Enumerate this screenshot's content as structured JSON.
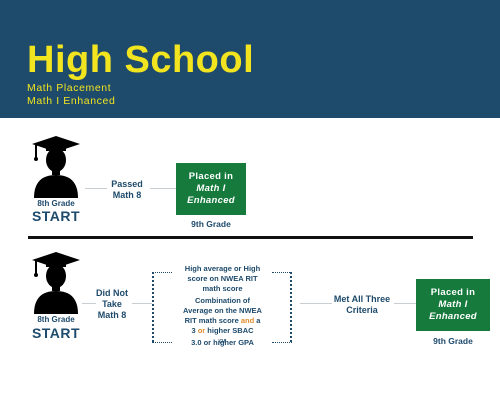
{
  "header": {
    "title": "High School",
    "subtitle_1": "Math Placement",
    "subtitle_2": "Math I Enhanced",
    "bg_color": "#1e4a6b",
    "text_color": "#f2e51f"
  },
  "row1": {
    "grade_label": "8th Grade",
    "start_label": "START",
    "condition_1": "Passed",
    "condition_2": "Math 8",
    "box_line1": "Placed in",
    "box_line2": "Math I",
    "box_line3": "Enhanced",
    "box_grade": "9th Grade"
  },
  "row2": {
    "grade_label": "8th Grade",
    "start_label": "START",
    "condition_1": "Did Not",
    "condition_2": "Take",
    "condition_3": "Math 8",
    "criteria": {
      "c1_line1": "High average or High",
      "c1_line2": "score on NWEA RIT",
      "c1_line3": "math score",
      "c2_line1": "Combination of",
      "c2_line2": "Average on the NWEA",
      "c2_line3a": "RIT math score ",
      "c2_and": "and",
      "c2_line3b": " a",
      "c2_line4a": "3 ",
      "c2_or": "or",
      "c2_line4b": " higher SBAC",
      "or_sep": "or",
      "c3": "3.0 or higher GPA"
    },
    "result_1": "Met All Three",
    "result_2": "Criteria",
    "box_line1": "Placed in",
    "box_line2": "Math I",
    "box_line3": "Enhanced",
    "box_grade": "9th Grade"
  },
  "colors": {
    "accent_green": "#157a3c",
    "accent_orange": "#e28b2c",
    "navy": "#1e4a6b"
  }
}
